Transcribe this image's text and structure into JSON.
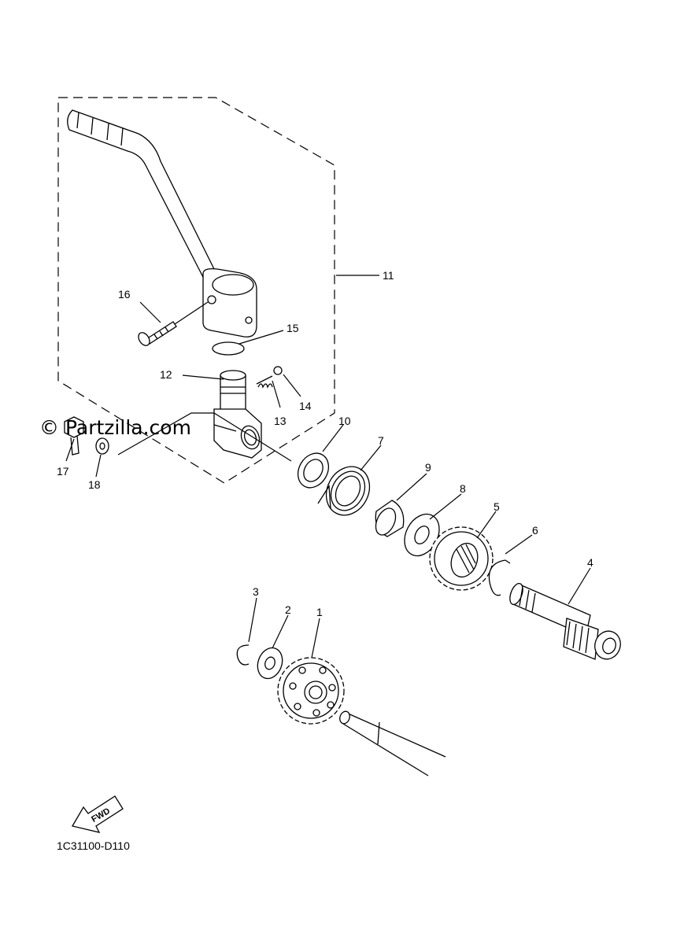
{
  "watermark": "© Partzilla.com",
  "diagram_code": "1C31100-D110",
  "fwd_label": "FWD",
  "callouts": {
    "c1": "1",
    "c2": "2",
    "c3": "3",
    "c4": "4",
    "c5": "5",
    "c6": "6",
    "c7": "7",
    "c8": "8",
    "c9": "9",
    "c10": "10",
    "c11": "11",
    "c12": "12",
    "c13": "13",
    "c14": "14",
    "c15": "15",
    "c16": "16",
    "c17": "17",
    "c18": "18"
  }
}
